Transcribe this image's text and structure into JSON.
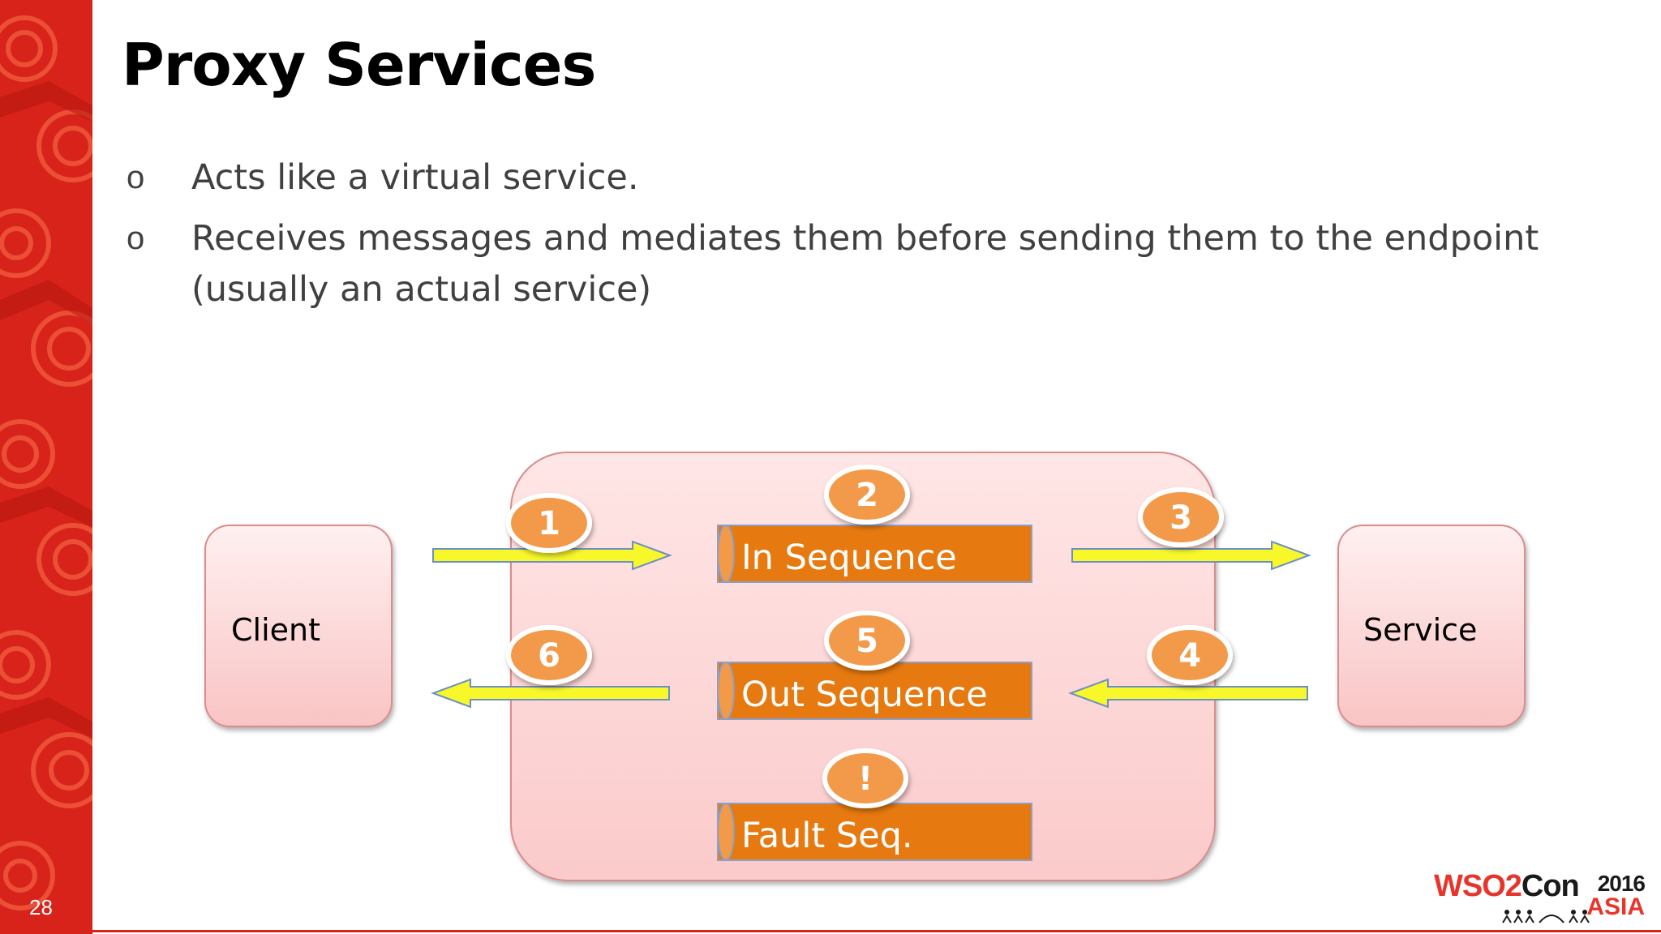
{
  "slide": {
    "title": "Proxy Services",
    "page_number": "28",
    "bullets": [
      {
        "marker": "o",
        "text": "Acts like a virtual service."
      },
      {
        "marker": "o",
        "text": "Receives messages and mediates them before sending them to the endpoint (usually an actual service)"
      }
    ]
  },
  "diagram": {
    "client_label": "Client",
    "service_label": "Service",
    "sequences": {
      "in": "In Sequence",
      "out": "Out Sequence",
      "fault": "Fault Seq."
    },
    "steps": [
      "1",
      "2",
      "3",
      "4",
      "5",
      "6",
      "!"
    ],
    "colors": {
      "proxy_fill": "#fddede",
      "box_fill": "#fbd0d0",
      "sequence_fill": "#e6790f",
      "badge_fill": "#f29a48",
      "arrow_fill": "#f7f72a"
    }
  },
  "logo": {
    "brand": "WSO2",
    "brand_suffix": "Con",
    "year": "2016",
    "region": "ASIA"
  }
}
